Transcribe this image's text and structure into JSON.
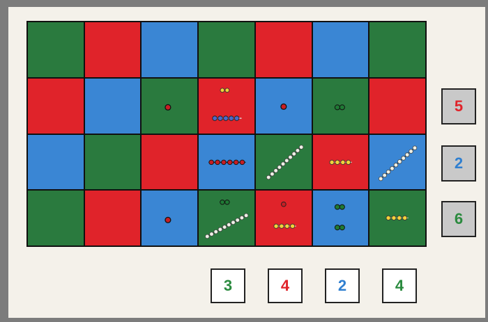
{
  "board": {
    "colors": {
      "green": "#2a7a3e",
      "red": "#e0232a",
      "blue": "#3a86d4",
      "dark": "#101010"
    },
    "rows": [
      [
        {
          "color": "green",
          "item": ""
        },
        {
          "color": "red",
          "item": ""
        },
        {
          "color": "blue",
          "item": ""
        },
        {
          "color": "green",
          "item": ""
        },
        {
          "color": "red",
          "item": ""
        },
        {
          "color": "blue",
          "item": ""
        },
        {
          "color": "green",
          "item": ""
        }
      ],
      [
        {
          "color": "red",
          "item": ""
        },
        {
          "color": "blue",
          "item": ""
        },
        {
          "color": "green",
          "item": "bead-1-red"
        },
        {
          "color": "red",
          "item": "beads-2-yellow-and-5-blue"
        },
        {
          "color": "blue",
          "item": "bead-1-red"
        },
        {
          "color": "green",
          "item": "beads-2-green"
        },
        {
          "color": "red",
          "item": ""
        }
      ],
      [
        {
          "color": "blue",
          "item": ""
        },
        {
          "color": "green",
          "item": ""
        },
        {
          "color": "red",
          "item": ""
        },
        {
          "color": "blue",
          "item": "beads-6-red-bar"
        },
        {
          "color": "green",
          "item": "beads-10-white-bar"
        },
        {
          "color": "red",
          "item": "beads-4-yellow-bar"
        },
        {
          "color": "blue",
          "item": "beads-10-white-bar"
        }
      ],
      [
        {
          "color": "green",
          "item": ""
        },
        {
          "color": "red",
          "item": ""
        },
        {
          "color": "blue",
          "item": "bead-1-red"
        },
        {
          "color": "green",
          "item": "beads-2-green-and-10-white"
        },
        {
          "color": "red",
          "item": "beads-1-red-and-4-yellow"
        },
        {
          "color": "blue",
          "item": "beads-2-and-2-green"
        },
        {
          "color": "green",
          "item": "beads-4-yellow-bar"
        }
      ]
    ]
  },
  "row_numbers": [
    {
      "value": "5",
      "color": "#e0232a"
    },
    {
      "value": "2",
      "color": "#2f7fd0"
    },
    {
      "value": "6",
      "color": "#2a8a3e"
    }
  ],
  "column_numbers": [
    {
      "value": "3",
      "color": "#2a8a3e"
    },
    {
      "value": "4",
      "color": "#e0232a"
    },
    {
      "value": "2",
      "color": "#2f7fd0"
    },
    {
      "value": "4",
      "color": "#2a8a3e"
    }
  ]
}
